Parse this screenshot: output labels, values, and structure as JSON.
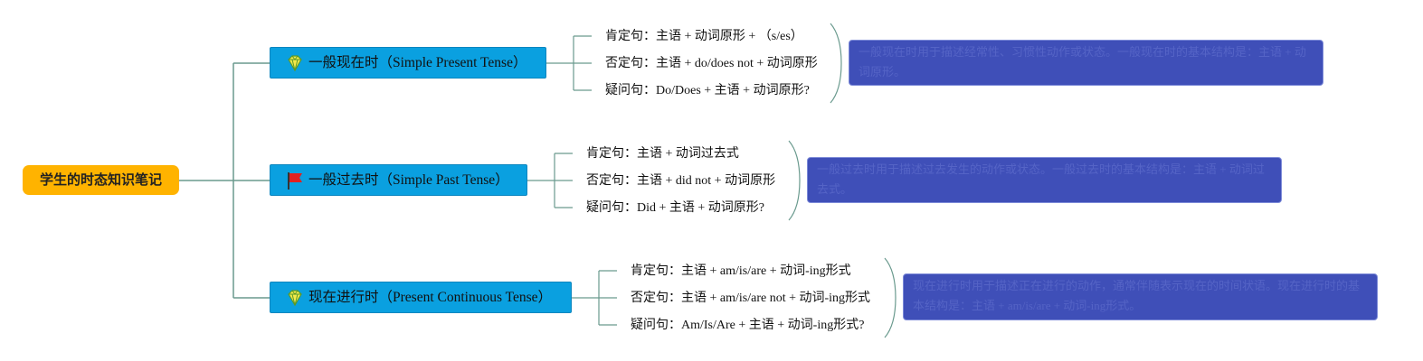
{
  "root": {
    "label": "学生的时态知识笔记"
  },
  "branches": [
    {
      "label": "一般现在时（Simple Present Tense）",
      "icon": "diamond-icon",
      "leaves": [
        "肯定句：主语 + 动词原形 + （s/es）",
        "否定句：主语 + do/does not + 动词原形",
        "疑问句：Do/Does + 主语 + 动词原形?"
      ],
      "note": "一般现在时用于描述经常性、习惯性动作或状态。一般现在时的基本结构是：主语 + 动词原形。"
    },
    {
      "label": "一般过去时（Simple Past Tense）",
      "icon": "red-flag-icon",
      "leaves": [
        "肯定句：主语 + 动词过去式",
        "否定句：主语 + did not + 动词原形",
        "疑问句：Did + 主语 + 动词原形?"
      ],
      "note": "一般过去时用于描述过去发生的动作或状态。一般过去时的基本结构是：主语 + 动词过去式。"
    },
    {
      "label": "现在进行时（Present Continuous Tense）",
      "icon": "diamond-icon",
      "leaves": [
        "肯定句：主语 + am/is/are + 动词-ing形式",
        "否定句：主语 + am/is/are not + 动词-ing形式",
        "疑问句：Am/Is/Are + 主语 + 动词-ing形式?"
      ],
      "note": "现在进行时用于描述正在进行的动作，通常伴随表示现在的时间状语。现在进行时的基本结构是：主语 + am/is/are + 动词-ing形式。"
    }
  ],
  "colors": {
    "root": "#ffb300",
    "branch": "#0aa0e0",
    "note": "#3f4fb8",
    "connector": "#6a9a8e"
  }
}
